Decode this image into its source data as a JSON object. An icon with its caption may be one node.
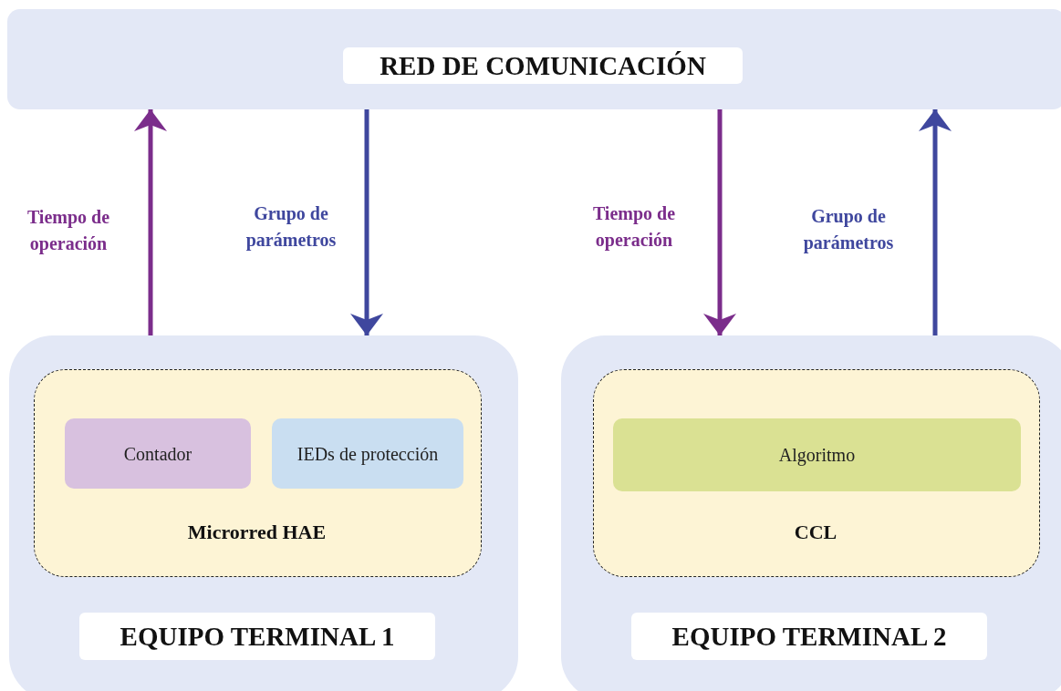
{
  "diagram": {
    "nodes": [
      {
        "text": [
          "RED DE COMUNICACIÓN"
        ]
      },
      {
        "text": [
          "EQUIPO TERMINAL 1"
        ]
      },
      {
        "text": [
          "Microrred HAE"
        ],
        "in": 1
      },
      {
        "text": [
          "Contador"
        ],
        "in": 2
      },
      {
        "text": [
          "IEDs de protección"
        ],
        "in": 2
      },
      {
        "text": [
          "EQUIPO TERMINAL 2"
        ]
      },
      {
        "text": [
          "CCL"
        ],
        "in": 5
      },
      {
        "text": [
          "Algoritmo"
        ],
        "in": 6
      }
    ],
    "edges": [
      {
        "from": 1,
        "to": 0,
        "arrow": "to",
        "label": "Tiempo de operación",
        "color": "#7b2d8b"
      },
      {
        "from": 0,
        "to": 1,
        "arrow": "to",
        "label": "Grupo de parámetros",
        "color": "#3f479e"
      },
      {
        "from": 0,
        "to": 5,
        "arrow": "to",
        "label": "Tiempo de operación",
        "color": "#7b2d8b"
      },
      {
        "from": 5,
        "to": 0,
        "arrow": "to",
        "label": "Grupo de parámetros",
        "color": "#3f479e"
      }
    ]
  }
}
